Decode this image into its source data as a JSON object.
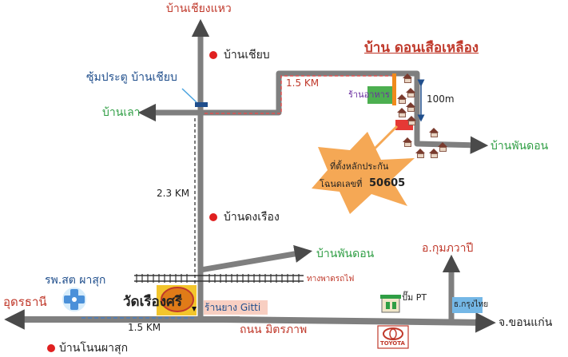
{
  "places": {
    "top_village": "บ้านเชียงแหว",
    "ban_chiap": "บ้านเชียบ",
    "chum_pratu": "ซุ้มประตู บ้านเชียบ",
    "ban_lao": "บ้านเลา",
    "target_village": "บ้าน ดอนเสือเหลือง",
    "ban_phan_don_right": "บ้านพันดอน",
    "ban_dong_rueang": "บ้านดงเรือง",
    "ban_phan_don_mid": "บ้านพันดอน",
    "railway": "ทางพาดรถไฟ",
    "amphoe_ku_kaeo": "อ.กุมภวาปี",
    "rph_sat": "รพ.สต ผาสุก",
    "udon_thani": "อุดรธานี",
    "wat": "วัดเรืองศรี",
    "tire_shop": "ร้านยาง Gitti",
    "pt_station": "ปั๊ม PT",
    "bank": "ธ.กรุงไทย",
    "khon_kaen": "จ.ขอนแก่น",
    "road_name": "ถนน มิตรภาพ",
    "ban_non_pha_suk": "บ้านโนนผาสุก",
    "restaurant": "ร้านอาหาร",
    "toyota": "TOYOTA"
  },
  "distances": {
    "top_road": "1.5 KM",
    "vertical_road": "2.3 KM",
    "bottom_road": "1.5 KM",
    "side": "100m"
  },
  "deed_star": {
    "line1": "ที่ตั้งหลักประกัน",
    "line2_prefix": "โฉนดเลขที่",
    "line2_number": "50605"
  },
  "colors": {
    "road": "#7f7f7f",
    "route": "#e05050",
    "star": "#f5a855",
    "label_red": "#c0392b",
    "label_green": "#2f9e44",
    "label_blue": "#1f4e8c"
  }
}
